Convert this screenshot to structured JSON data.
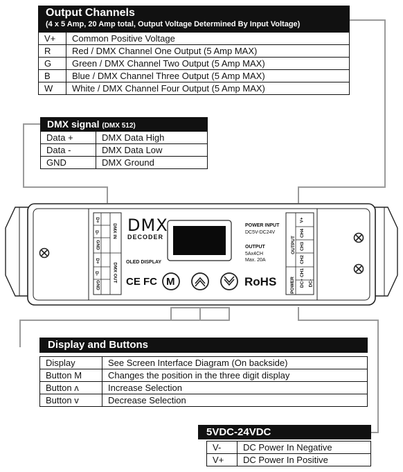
{
  "output_channels": {
    "title": "Output Channels",
    "subtitle": "(4 x 5 Amp, 20 Amp total, Output Voltage Determined By Input Voltage)",
    "rows": [
      {
        "key": "V+",
        "desc": "Common Positive Voltage"
      },
      {
        "key": "R",
        "desc": "Red / DMX Channel One Output (5 Amp MAX)"
      },
      {
        "key": "G",
        "desc": "Green / DMX Channel Two Output (5 Amp MAX)"
      },
      {
        "key": "B",
        "desc": "Blue / DMX Channel Three Output (5 Amp MAX)"
      },
      {
        "key": "W",
        "desc": "White / DMX Channel Four Output (5 Amp MAX)"
      }
    ]
  },
  "dmx_signal": {
    "title": "DMX signal",
    "title_small": "(DMX 512)",
    "rows": [
      {
        "key": "Data +",
        "desc": "DMX Data High"
      },
      {
        "key": "Data -",
        "desc": "DMX Data Low"
      },
      {
        "key": "GND",
        "desc": "DMX Ground"
      }
    ]
  },
  "device": {
    "logo": "DMX",
    "logo_sub": "DECODER",
    "oled_label": "OLED DISPLAY",
    "power_input_label": "POWER INPUT",
    "power_input_value": "DC5V-DC24V",
    "output_label": "OUTPUT",
    "output_value_1": "5Ax4CH",
    "output_value_2": "Max. 20A",
    "certs": "CE FC",
    "rohs": "RoHS",
    "button_m": "M",
    "dmx_in_label": "DMX IN",
    "dmx_out_label": "DMX OUT",
    "left_terminals_in": [
      "D+",
      "D-",
      "GND"
    ],
    "left_terminals_out": [
      "D+",
      "D-",
      "GND"
    ],
    "output_side_label": "OUTPUT",
    "power_side_label": "POWER",
    "right_terminals_out": [
      "V+",
      "CH4",
      "CH3",
      "CH2",
      "CH1"
    ],
    "right_terminals_power": [
      "DC+",
      "DC-"
    ],
    "icons": [
      "screw-icon",
      "up-arrow-icon",
      "down-arrow-icon",
      "m-button-icon"
    ]
  },
  "display_buttons": {
    "title": "Display and Buttons",
    "rows": [
      {
        "key": "Display",
        "desc": "See Screen Interface Diagram (On backside)"
      },
      {
        "key": "Button  M",
        "desc": "Changes the position in the three digit display"
      },
      {
        "key": "Button  ʌ",
        "desc": "Increase Selection"
      },
      {
        "key": "Button  v",
        "desc": "Decrease Selection"
      }
    ]
  },
  "power_spec": {
    "title": "5VDC-24VDC",
    "rows": [
      {
        "key": "V-",
        "desc": "DC Power In Negative"
      },
      {
        "key": "V+",
        "desc": "DC Power In Positive"
      }
    ]
  },
  "colors": {
    "header_bg": "#111111",
    "connector_line": "#9a9a9a",
    "device_outline": "#222222"
  }
}
